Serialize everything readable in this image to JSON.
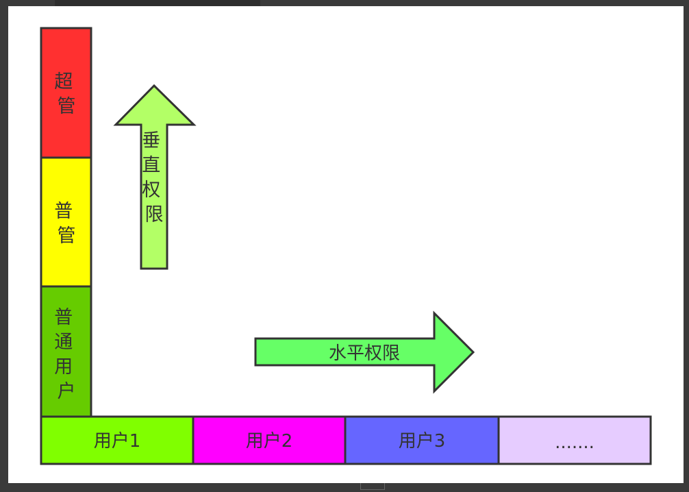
{
  "roles": [
    {
      "label": "超管",
      "color": "#ff3030"
    },
    {
      "label": "普管",
      "color": "#ffff00"
    },
    {
      "label": "普通用户",
      "color": "#66cc00"
    }
  ],
  "users": [
    {
      "label": "用户1",
      "color": "#80ff00"
    },
    {
      "label": "用户2",
      "color": "#ff00ff"
    },
    {
      "label": "用户3",
      "color": "#6666ff"
    },
    {
      "label": ".......",
      "color": "#e6ccff"
    }
  ],
  "vertical_arrow": {
    "label": "垂直权限",
    "color": "#b3ff66"
  },
  "horizontal_arrow": {
    "label": "水平权限",
    "color": "#66ff66"
  },
  "colors": {
    "stroke": "#333333",
    "text": "#333333"
  }
}
